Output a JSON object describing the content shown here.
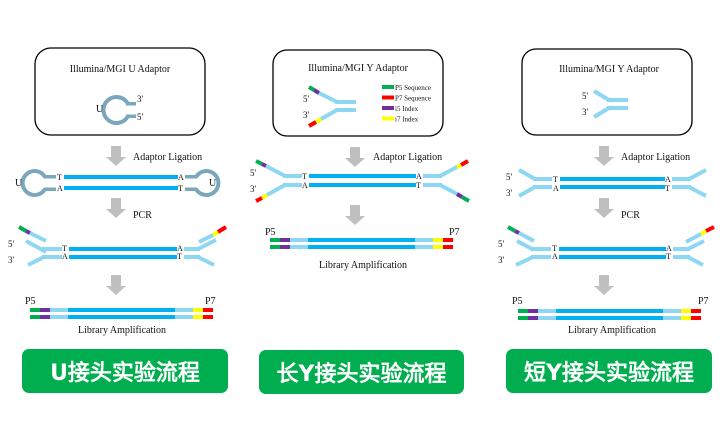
{
  "colors": {
    "insert": "#00b0f0",
    "adaptor": "#8dd7f2",
    "u_adaptor": "#7aa7bb",
    "p5": "#00b050",
    "p7": "#ff0000",
    "i5": "#7030a0",
    "i7": "#ffff00",
    "arrow": "#bfbfbf",
    "button": "#00ae4f"
  },
  "panels": [
    {
      "id": "u",
      "box_title": "Illumina/MGI U Adaptor",
      "adaptor_labels": {
        "u": "U",
        "end3": "3'",
        "end5": "5'"
      },
      "step1": "Adaptor Ligation",
      "step2": "PCR",
      "step3": "Library Amplification",
      "end_labels": {
        "five": "5'",
        "three": "3'",
        "p5": "P5",
        "p7": "P7"
      },
      "bases": {
        "tl": "T",
        "bl": "A",
        "tr": "A",
        "br": "T"
      },
      "button": "U接头实验流程"
    },
    {
      "id": "long-y",
      "box_title": "Illumina/MGI Y Adaptor",
      "adaptor_labels": {
        "end5": "5'",
        "end3": "3'"
      },
      "legend": [
        {
          "label": "P5 Sequence",
          "color": "#00b050"
        },
        {
          "label": "P7 Sequence",
          "color": "#ff0000"
        },
        {
          "label": "i5 Index",
          "color": "#7030a0"
        },
        {
          "label": "i7 Index",
          "color": "#ffff00"
        }
      ],
      "step1": "Adaptor Ligation",
      "step3": "Library Amplification",
      "end_labels": {
        "five": "5'",
        "three": "3'",
        "p5": "P5",
        "p7": "P7"
      },
      "bases": {
        "tl": "T",
        "bl": "A",
        "tr": "A",
        "br": "T"
      },
      "button": "长Y接头实验流程"
    },
    {
      "id": "short-y",
      "box_title": "Illumina/MGI Y Adaptor",
      "adaptor_labels": {
        "end5": "5'",
        "end3": "3'"
      },
      "step1": "Adaptor Ligation",
      "step2": "PCR",
      "step3": "Library Amplification",
      "end_labels": {
        "five": "5'",
        "three": "3'",
        "p5": "P5",
        "p7": "P7"
      },
      "bases": {
        "tl": "T",
        "bl": "A",
        "tr": "A",
        "br": "T"
      },
      "button": "短Y接头实验流程"
    }
  ]
}
